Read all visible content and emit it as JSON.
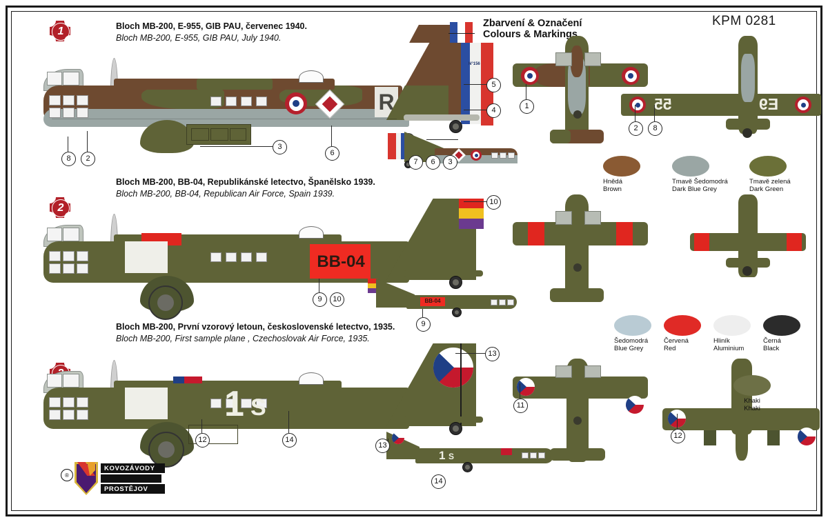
{
  "sheet": {
    "kit_number": "KPM 0281",
    "heading_cz": "Zbarvení & Označení",
    "heading_en": "Colours & Markings",
    "manufacturer_line1": "KOVOZÁVODY",
    "manufacturer_line2": "PROSTĚJOV",
    "registered_mark": "®"
  },
  "profiles": [
    {
      "number": "1",
      "caption_cz": "Bloch MB-200, E-955, GIB PAU, červenec 1940.",
      "caption_en": "Bloch MB-200, E-955, GIB PAU, July 1940.",
      "rudder_text": "N°156",
      "fuselage_code": "R",
      "underside_serial_left": "55",
      "underside_serial_right": "E9",
      "callouts": [
        "1",
        "2",
        "3",
        "4",
        "5",
        "6",
        "7",
        "8"
      ]
    },
    {
      "number": "2",
      "caption_cz": "Bloch MB-200, BB-04, Republikánské letectvo, Španělsko  1939.",
      "caption_en": "Bloch MB-200, BB-04, Republican Air Force, Spain 1939.",
      "fuselage_code": "BB-04",
      "small_code": "BB-04",
      "callouts": [
        "9",
        "10"
      ]
    },
    {
      "number": "3",
      "caption_cz": "Bloch MB-200, První vzorový letoun, československé letectvo, 1935.",
      "caption_en": "Bloch MB-200, First sample plane , Czechoslovak Air Force, 1935.",
      "fuselage_code_big": "1",
      "fuselage_code_small": "S",
      "callouts": [
        "11",
        "12",
        "13",
        "14"
      ]
    }
  ],
  "paints": {
    "row1": [
      {
        "cz": "Hnědá",
        "en": "Brown",
        "hex": "#8a5a33"
      },
      {
        "cz": "Tmavě Šedomodrá",
        "en": "Dark Blue Grey",
        "hex": "#9aa6a4"
      },
      {
        "cz": "Tmavě zelená",
        "en": "Dark Green",
        "hex": "#6b7038"
      }
    ],
    "row2": [
      {
        "cz": "Šedomodrá",
        "en": "Blue Grey",
        "hex": "#b9cbd4"
      },
      {
        "cz": "Červená",
        "en": "Red",
        "hex": "#e02a26"
      },
      {
        "cz": "Hliník",
        "en": "Aluminium",
        "hex": "#eeeeee"
      },
      {
        "cz": "Černá",
        "en": "Black",
        "hex": "#2b2b2b"
      }
    ],
    "row3": [
      {
        "cz": "Khaki",
        "en": "Khaki",
        "hex": "#6d7046"
      }
    ]
  },
  "colors": {
    "badge_red": "#b22028",
    "khaki_green": "#5f6337",
    "brown": "#6e4a30",
    "blue_grey": "#9aa6a4",
    "french_blue": "#2b4ea2",
    "french_red": "#d8352e",
    "spanish_red": "#e0261f",
    "spanish_yellow": "#f0c020",
    "spanish_purple": "#6b3a8f",
    "czech_blue": "#1f3f86",
    "sheet_border": "#1a1a1a"
  }
}
